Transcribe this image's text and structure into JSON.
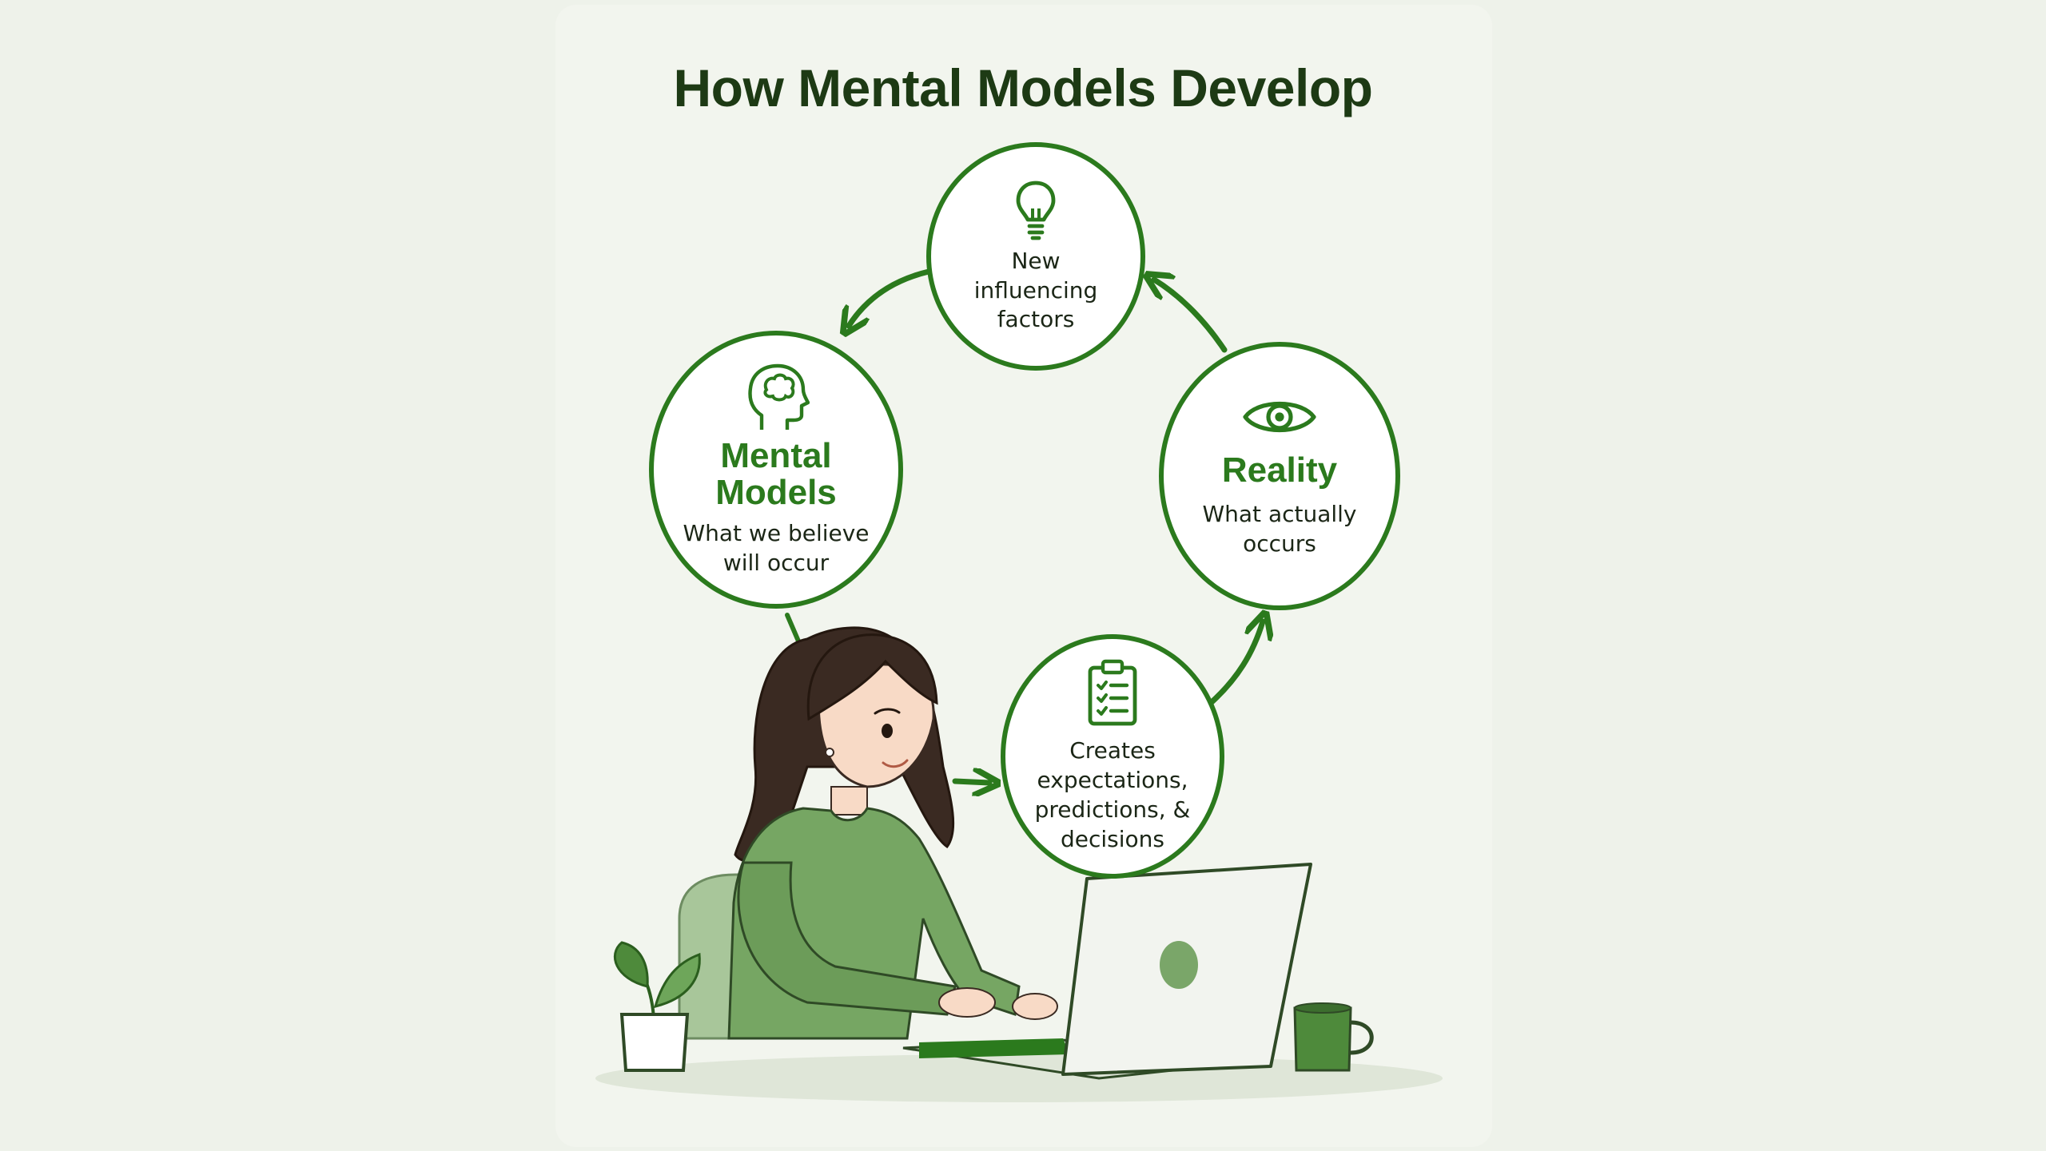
{
  "title": "How Mental Models Develop",
  "colors": {
    "accent": "#2b7a1d",
    "title": "#1d3a14",
    "background": "#eef2ea",
    "sweater": "#76a663",
    "laptop": "#eef1ea"
  },
  "nodes": {
    "new_factors": {
      "icon": "lightbulb-icon",
      "lines": [
        "New",
        "influencing",
        "factors"
      ]
    },
    "mental_models": {
      "icon": "head-brain-icon",
      "heading": [
        "Mental",
        "Models"
      ],
      "lines": [
        "What we believe",
        "will occur"
      ]
    },
    "reality": {
      "icon": "eye-icon",
      "heading": [
        "Reality"
      ],
      "lines": [
        "What actually",
        "occurs"
      ]
    },
    "creates": {
      "icon": "clipboard-checklist-icon",
      "lines": [
        "Creates",
        "expectations,",
        "predictions, &",
        "decisions"
      ]
    }
  },
  "illustration": {
    "person": "woman-at-laptop-illustration",
    "props": [
      "plant-icon",
      "laptop-icon",
      "mug-icon",
      "chair-icon"
    ]
  }
}
